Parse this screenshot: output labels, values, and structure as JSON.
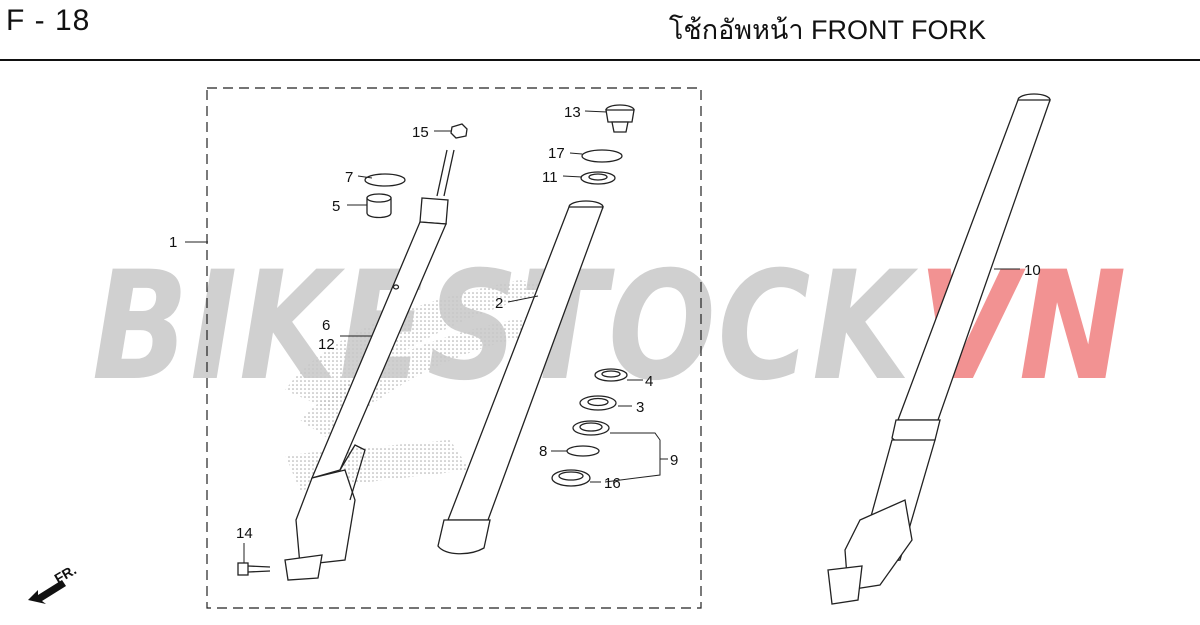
{
  "header": {
    "page_code": "F - 18",
    "title": "โช้กอัพหน้า  FRONT FORK"
  },
  "watermark": {
    "text_gray": "BIKESTOCK",
    "text_red": "VN",
    "color_gray": "#c8c8c8",
    "color_red": "#f08080"
  },
  "direction": {
    "label": "FR."
  },
  "callouts": {
    "c1": "1",
    "c2": "2",
    "c3": "3",
    "c4": "4",
    "c5": "5",
    "c6": "6",
    "c7": "7",
    "c8": "8",
    "c9": "9",
    "c10": "10",
    "c11": "11",
    "c12": "12",
    "c13": "13",
    "c14": "14",
    "c15": "15",
    "c16": "16",
    "c17": "17"
  }
}
